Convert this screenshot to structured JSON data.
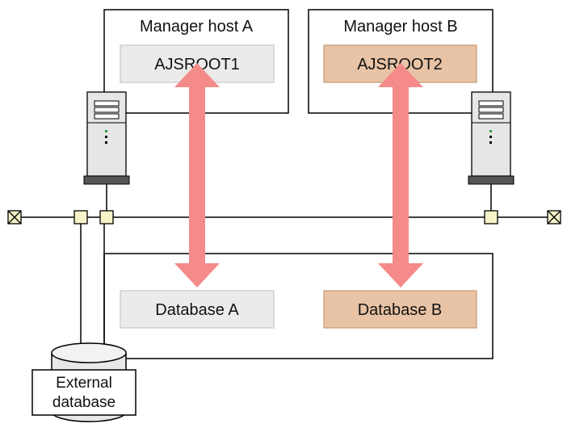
{
  "hosts": {
    "a": {
      "title": "Manager host A",
      "root": "AJSROOT1"
    },
    "b": {
      "title": "Manager host B",
      "root": "AJSROOT2"
    }
  },
  "databases": {
    "a": "Database A",
    "b": "Database B",
    "external": {
      "line1": "External",
      "line2": "database"
    }
  },
  "icons": {
    "server": "server-icon",
    "connector": "network-connector-icon",
    "terminator": "network-terminator-icon",
    "database": "database-cylinder-icon",
    "arrow": "double-arrow-icon"
  },
  "colors": {
    "root_a_fill": "#ebebeb",
    "root_b_fill": "#e8c3a5",
    "root_b_stroke": "#c89a72",
    "arrow": "#f48a8a",
    "connector_fill": "#f6f3c9",
    "server_fill": "#e6e6e6",
    "line": "#000000"
  }
}
